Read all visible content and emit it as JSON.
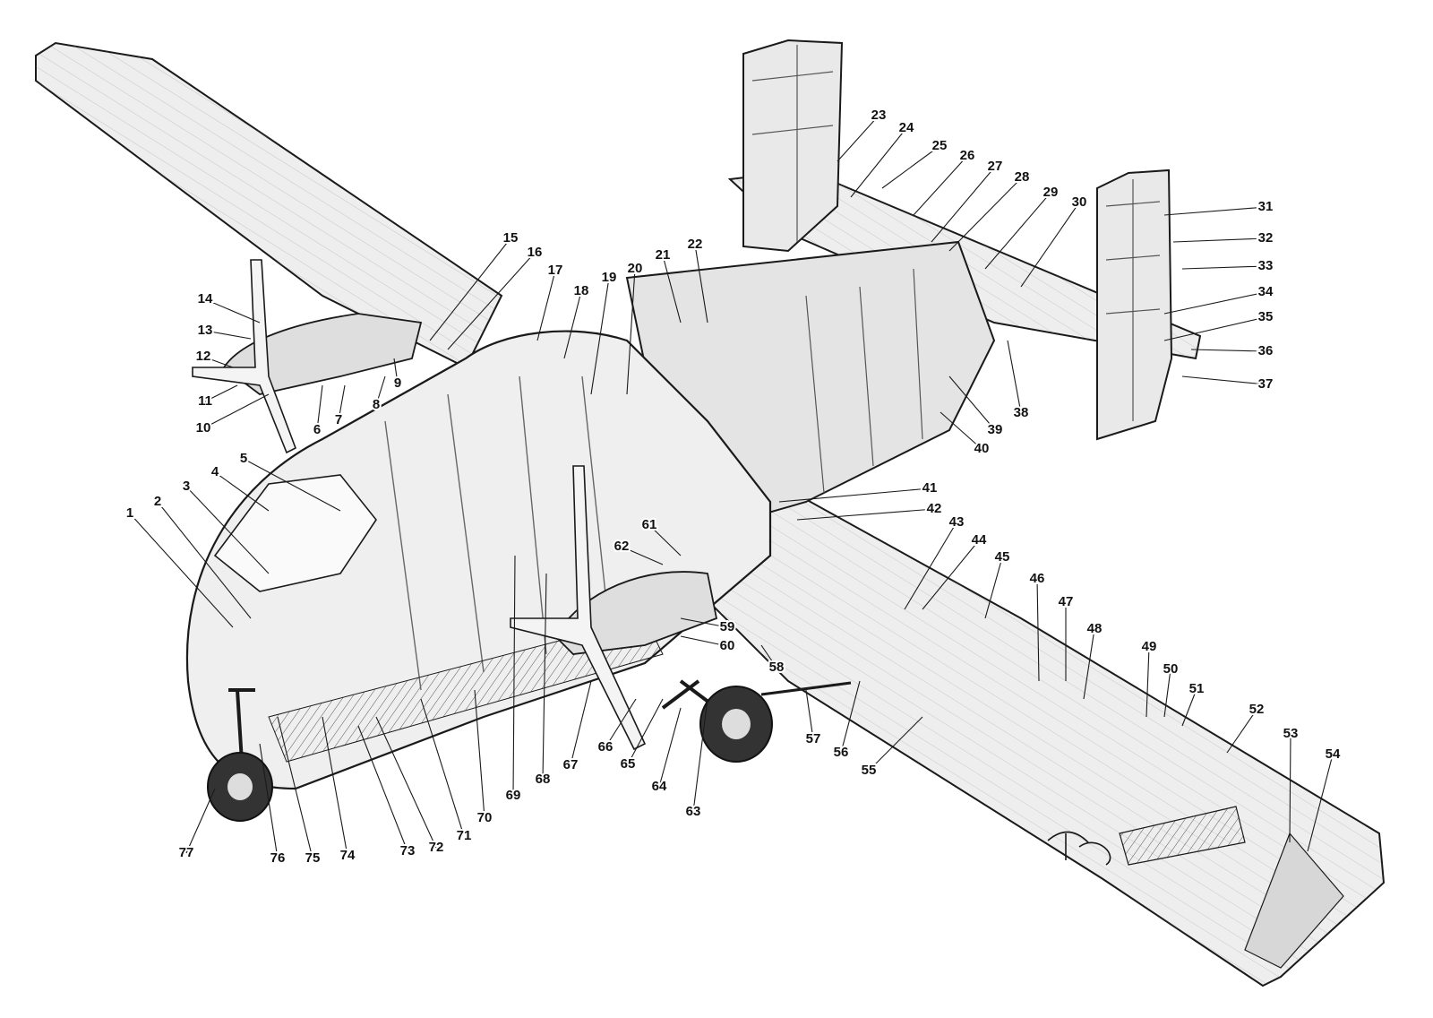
{
  "colors": {
    "ink": "#1a1a1a",
    "skin": "#eeeeee",
    "skin_dark": "#d7d7d7",
    "paper": "#ffffff"
  },
  "callouts": [
    "1",
    "2",
    "3",
    "4",
    "5",
    "6",
    "7",
    "8",
    "9",
    "10",
    "11",
    "12",
    "13",
    "14",
    "15",
    "16",
    "17",
    "18",
    "19",
    "20",
    "21",
    "22",
    "23",
    "24",
    "25",
    "26",
    "27",
    "28",
    "29",
    "30",
    "31",
    "32",
    "33",
    "34",
    "35",
    "36",
    "37",
    "38",
    "39",
    "40",
    "41",
    "42",
    "43",
    "44",
    "45",
    "46",
    "47",
    "48",
    "49",
    "50",
    "51",
    "52",
    "53",
    "54",
    "55",
    "56",
    "57",
    "58",
    "59",
    "60",
    "61",
    "62",
    "63",
    "64",
    "65",
    "66",
    "67",
    "68",
    "69",
    "70",
    "71",
    "72",
    "73",
    "74",
    "75",
    "76",
    "77"
  ]
}
